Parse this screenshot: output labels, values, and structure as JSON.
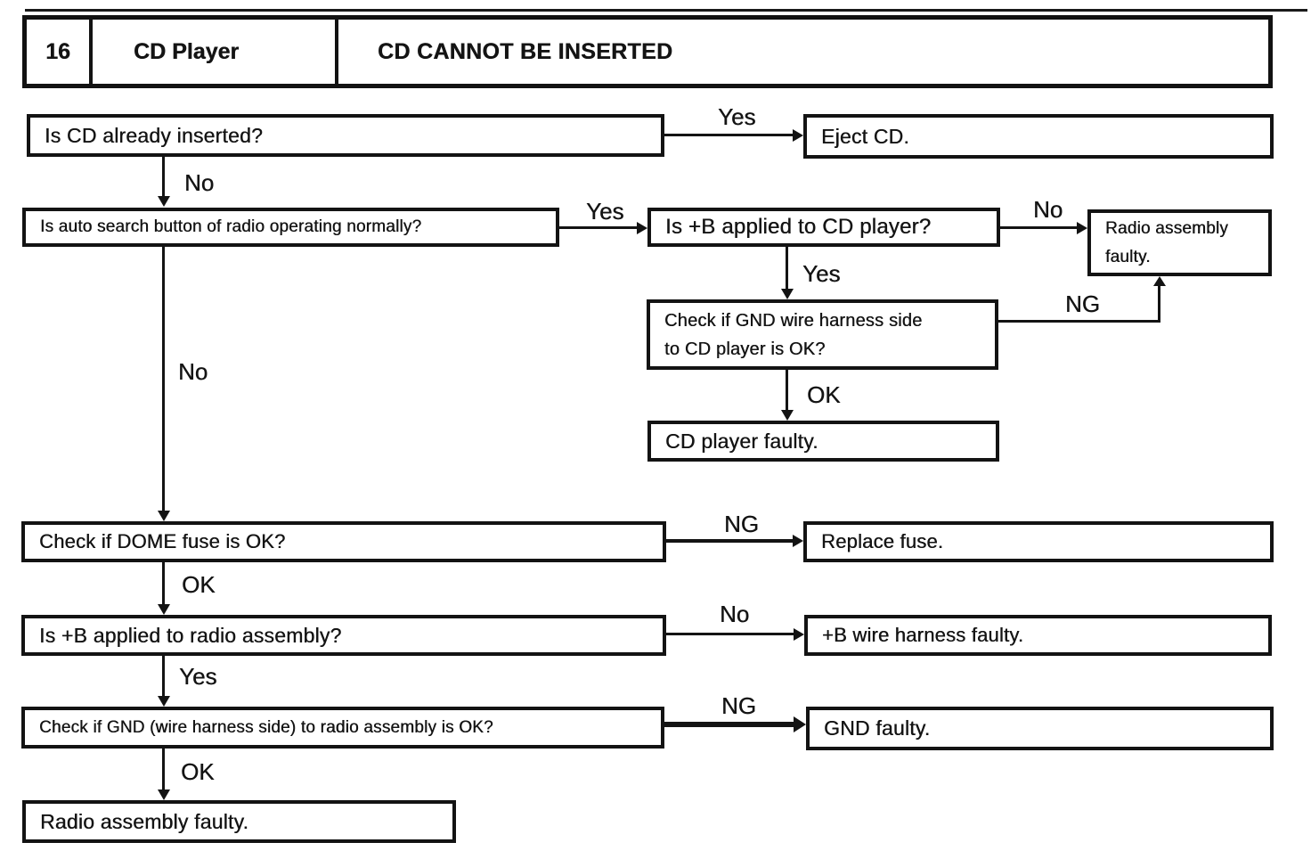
{
  "header": {
    "number": "16",
    "component": "CD Player",
    "symptom": "CD CANNOT BE INSERTED"
  },
  "nodes": {
    "q_cd_inserted": {
      "text": "Is CD already inserted?"
    },
    "a_eject_cd": {
      "text": "Eject CD."
    },
    "q_auto_search": {
      "text": "Is auto search button of radio operating normally?"
    },
    "q_b_applied_cd_player": {
      "text": "Is +B applied to CD player?"
    },
    "a_radio_assembly_faulty_top": {
      "text": "Radio assembly\nfaulty."
    },
    "q_gnd_cd_player": {
      "text": "Check if GND wire harness side\nto CD player is OK?"
    },
    "a_cd_player_faulty": {
      "text": "CD player faulty."
    },
    "q_dome_fuse": {
      "text": "Check if DOME fuse is OK?"
    },
    "a_replace_fuse": {
      "text": "Replace fuse."
    },
    "q_b_applied_radio": {
      "text": "Is +B applied to radio assembly?"
    },
    "a_b_wire_harness_faulty": {
      "text": "+B wire harness faulty."
    },
    "q_gnd_radio": {
      "text": "Check if GND (wire harness side) to radio assembly is OK?"
    },
    "a_gnd_faulty": {
      "text": "GND faulty."
    },
    "a_radio_assembly_faulty_bottom": {
      "text": "Radio assembly faulty."
    }
  },
  "edge_labels": {
    "yes_cd_inserted": "Yes",
    "no_cd_inserted": "No",
    "yes_auto_search": "Yes",
    "no_b_applied_cd_player": "No",
    "yes_b_applied_cd_player": "Yes",
    "ng_gnd_cd_player": "NG",
    "ok_gnd_cd_player": "OK",
    "no_auto_search": "No",
    "ng_dome_fuse": "NG",
    "ok_dome_fuse": "OK",
    "no_b_applied_radio": "No",
    "yes_b_applied_radio": "Yes",
    "ng_gnd_radio": "NG",
    "ok_gnd_radio": "OK"
  },
  "colors": {
    "ink": "#131313",
    "paper": "#ffffff"
  }
}
